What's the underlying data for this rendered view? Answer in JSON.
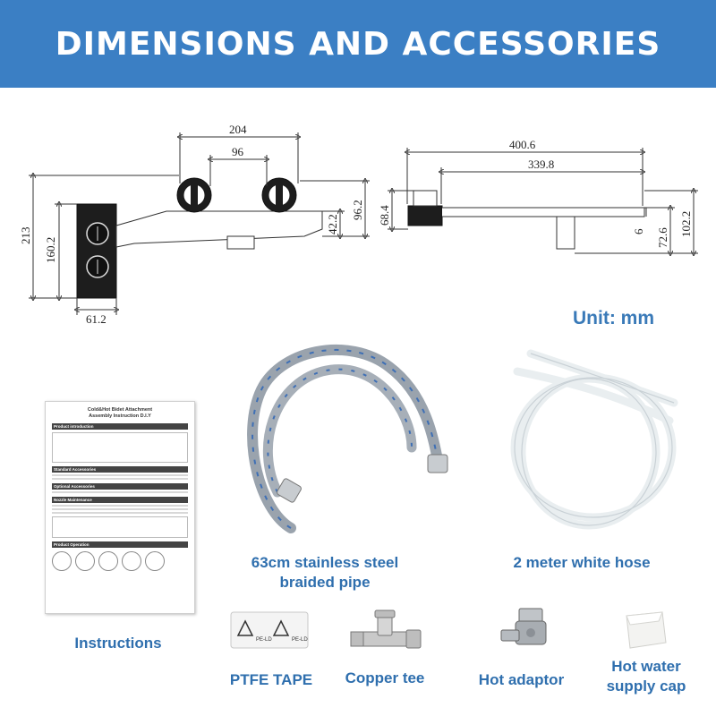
{
  "header": {
    "title": "DIMENSIONS AND ACCESSORIES"
  },
  "unit_note": "Unit: mm",
  "front_view": {
    "dims": {
      "width_outer": "204",
      "width_inner": "96",
      "height_total": "213",
      "height_panel": "160.2",
      "panel_width": "61.2",
      "height_right": "96.2",
      "height_small": "42.2"
    }
  },
  "side_view": {
    "dims": {
      "length_outer": "400.6",
      "length_inner": "339.8",
      "height_left": "68.4",
      "height_right": "102.2",
      "height_mid": "72.6",
      "gap": "6"
    }
  },
  "manual": {
    "title_line1": "Cold&Hot Bidet Attachment",
    "title_line2": "Assembly Instruction D.I.Y",
    "section1": "Product introduction",
    "section2": "Standard Accessories",
    "section3": "Optional Accessories",
    "section4": "Nozzle Maintenance",
    "section5": "Product Operation"
  },
  "accessories": {
    "braided_pipe_line1": "63cm stainless steel",
    "braided_pipe_line2": "braided pipe",
    "white_hose": "2 meter white hose",
    "instructions": "Instructions",
    "ptfe_tape": "PTFE TAPE",
    "copper_tee": "Copper tee",
    "hot_adaptor": "Hot adaptor",
    "supply_cap_line1": "Hot water",
    "supply_cap_line2": "supply cap"
  },
  "tape_print": "PE-LD",
  "colors": {
    "banner": "#3b7fc4",
    "label": "#2f6fae",
    "unit": "#3a7ab8"
  }
}
